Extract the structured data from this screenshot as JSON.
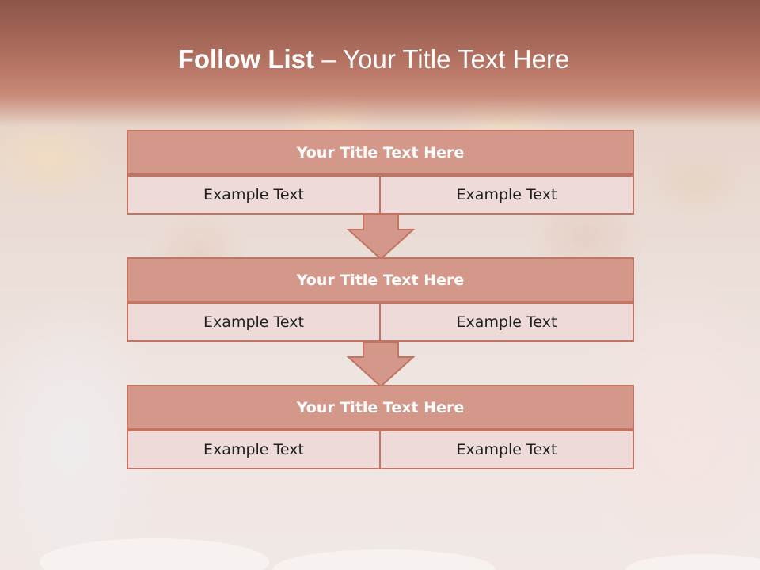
{
  "slide": {
    "title_bold": "Follow List",
    "title_rest": " – Your Title Text Here"
  },
  "blocks": [
    {
      "title": "Your Title Text Here",
      "left_text": "Example Text",
      "right_text": "Example Text"
    },
    {
      "title": "Your Title Text Here",
      "left_text": "Example Text",
      "right_text": "Example Text"
    },
    {
      "title": "Your Title Text Here",
      "left_text": "Example Text",
      "right_text": "Example Text"
    }
  ],
  "colors": {
    "title_band": "#b57363",
    "block_title_fill": "#d4988a",
    "block_border": "#c27460",
    "cell_fill": "#eedbd9"
  }
}
